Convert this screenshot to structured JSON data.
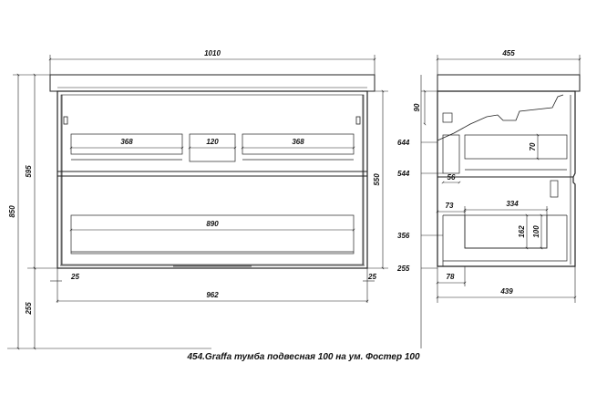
{
  "caption": "454.Graffa тумба подвесная 100 на ум. Фостер 100",
  "front_view": {
    "top_width": "1010",
    "inner_left_width": "368",
    "inner_middle_width": "120",
    "inner_right_width": "368",
    "drawer_inner_width": "890",
    "left_offset": "25",
    "right_offset": "25",
    "body_width": "962",
    "total_height": "850",
    "cabinet_height": "595",
    "bottom_clearance": "255",
    "front_height": "550"
  },
  "side_view": {
    "top_depth": "455",
    "siphon_cut": "90",
    "level_top": "644",
    "level_mid": "544",
    "level_low": "356",
    "level_floor": "255",
    "upper_inner_height": "70",
    "upper_offset": "56",
    "drawer_offset": "73",
    "drawer_depth": "334",
    "drawer_height_outer": "162",
    "drawer_height_inner": "100",
    "foot_offset": "78",
    "body_depth": "439"
  }
}
